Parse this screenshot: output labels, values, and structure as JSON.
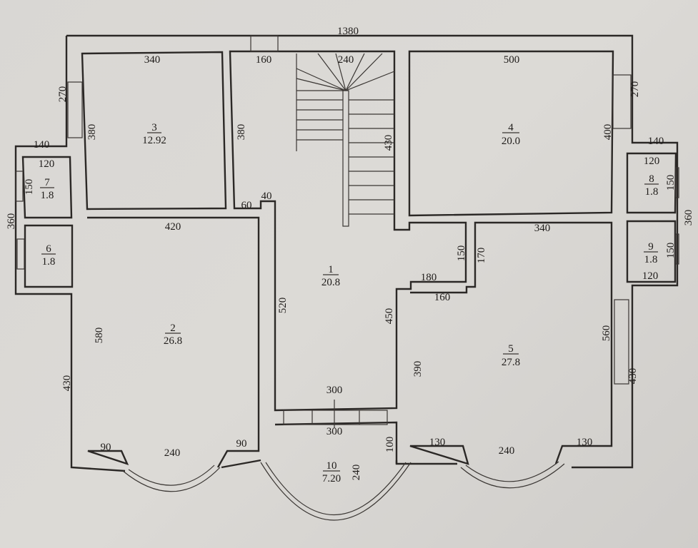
{
  "rooms": [
    {
      "number": "1",
      "area": "20.8"
    },
    {
      "number": "2",
      "area": "26.8"
    },
    {
      "number": "3",
      "area": "12.92"
    },
    {
      "number": "4",
      "area": "20.0"
    },
    {
      "number": "5",
      "area": "27.8"
    },
    {
      "number": "6",
      "area": "1.8"
    },
    {
      "number": "7",
      "area": "1.8"
    },
    {
      "number": "8",
      "area": "1.8"
    },
    {
      "number": "9",
      "area": "1.8"
    },
    {
      "number": "10",
      "area": "7.20"
    }
  ],
  "dimensions": {
    "overall_width": "1380",
    "room3_width": "340",
    "corridor_top": "160",
    "stair_width": "240",
    "room4_width": "500",
    "left_upper": "270",
    "room3_height": "380",
    "hall_height": "380",
    "stair_length": "430",
    "room4_height": "400",
    "right_upper": "270",
    "left_niche": "140",
    "right_niche": "140",
    "room7_width": "120",
    "room8_width": "120",
    "room7_height": "150",
    "room8_height": "150",
    "left_side": "360",
    "right_side": "360",
    "hall_jog_a": "60",
    "hall_jog_b": "40",
    "room2_width": "420",
    "room5_width": "340",
    "corridor_right_a": "150",
    "corridor_right_b": "170",
    "room9_height": "150",
    "room9_width": "120",
    "corridor_step_a": "180",
    "corridor_step_b": "160",
    "hall_left": "520",
    "hall_right": "450",
    "room2_height": "580",
    "room5_left": "390",
    "room5_right": "560",
    "left_lower": "430",
    "right_lower": "430",
    "entrance_inner": "300",
    "entrance_outer": "300",
    "porch_side": "100",
    "room2_bay_left": "90",
    "room2_bay_right": "90",
    "room2_bay": "240",
    "room5_bay_left": "130",
    "room5_bay": "240",
    "room5_bay_right": "130",
    "porch_depth": "240"
  }
}
